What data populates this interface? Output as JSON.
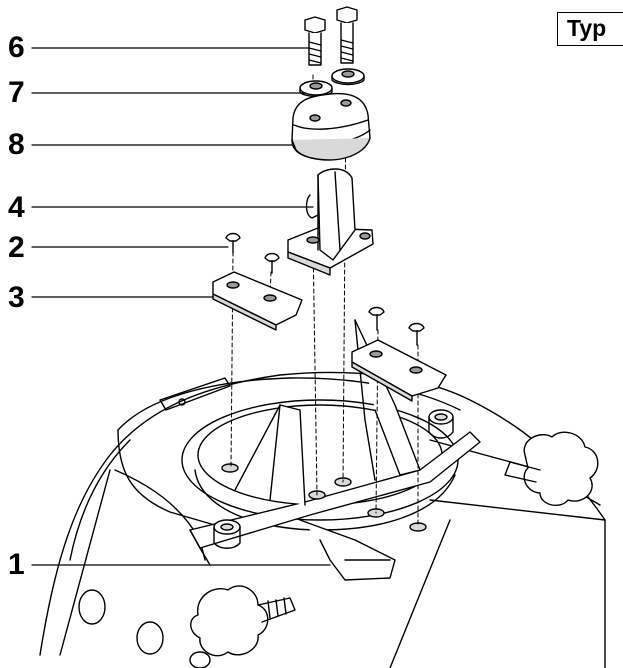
{
  "header": {
    "type_label": "Typ"
  },
  "callouts": [
    {
      "id": "6",
      "label": "6"
    },
    {
      "id": "7",
      "label": "7"
    },
    {
      "id": "8",
      "label": "8"
    },
    {
      "id": "4",
      "label": "4"
    },
    {
      "id": "2",
      "label": "2"
    },
    {
      "id": "3",
      "label": "3"
    },
    {
      "id": "1",
      "label": "1"
    }
  ],
  "colors": {
    "line": "#000000",
    "part_fill": "#ffffff",
    "shade": "#d9d9d9",
    "dark": "#9a9a9a"
  }
}
